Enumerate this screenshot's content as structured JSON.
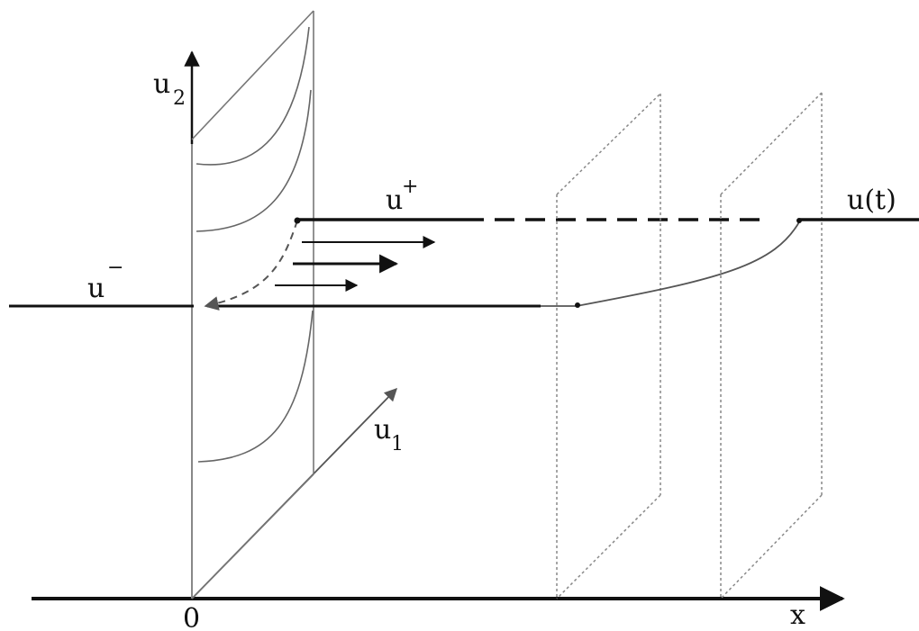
{
  "labels": {
    "u2_base": "u",
    "u2_sub": "2",
    "u1_base": "u",
    "u1_sub": "1",
    "u_plus_base": "u",
    "u_plus_sup": "+",
    "u_minus_base": "u",
    "u_minus_sup": "−",
    "u_t": "u(t)",
    "origin": "0",
    "x_axis": "x"
  }
}
